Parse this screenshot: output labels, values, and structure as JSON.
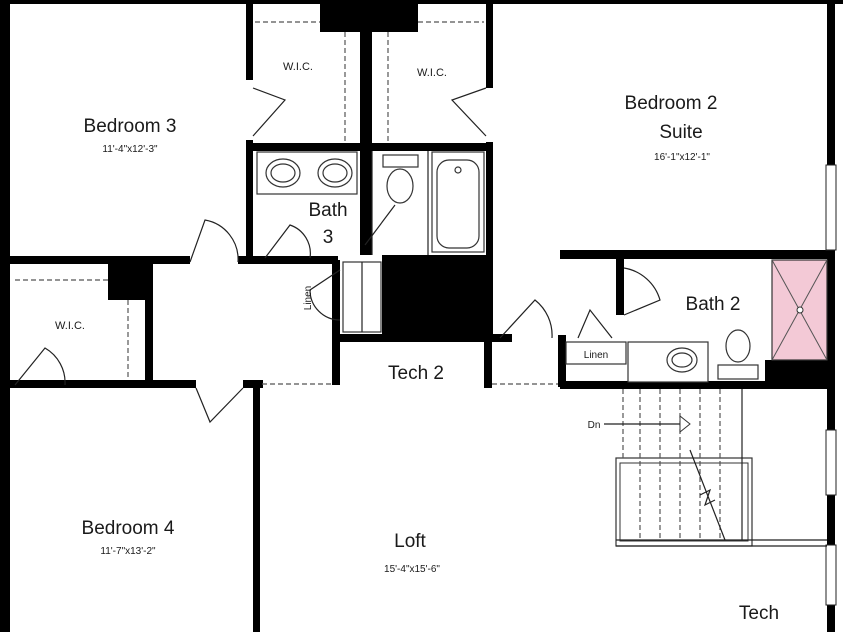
{
  "rooms": {
    "bedroom3": {
      "name": "Bedroom 3",
      "dims": "11'-4\"x12'-3\""
    },
    "bedroom2": {
      "name_line1": "Bedroom 2",
      "name_line2": "Suite",
      "dims": "16'-1\"x12'-1\""
    },
    "bedroom4": {
      "name": "Bedroom 4",
      "dims": "11'-7\"x13'-2\""
    },
    "bath3": {
      "name_line1": "Bath",
      "name_line2": "3"
    },
    "bath2": {
      "name": "Bath 2"
    },
    "loft": {
      "name": "Loft",
      "dims": "15'-4\"x15'-6\""
    },
    "tech2": {
      "name": "Tech 2"
    },
    "tech": {
      "name": "Tech"
    }
  },
  "labels": {
    "wic": "W.I.C.",
    "linen": "Linen",
    "dn": "Dn"
  },
  "colors": {
    "wall": "#000000",
    "shower": "#f3c9d6",
    "background": "#ffffff"
  }
}
